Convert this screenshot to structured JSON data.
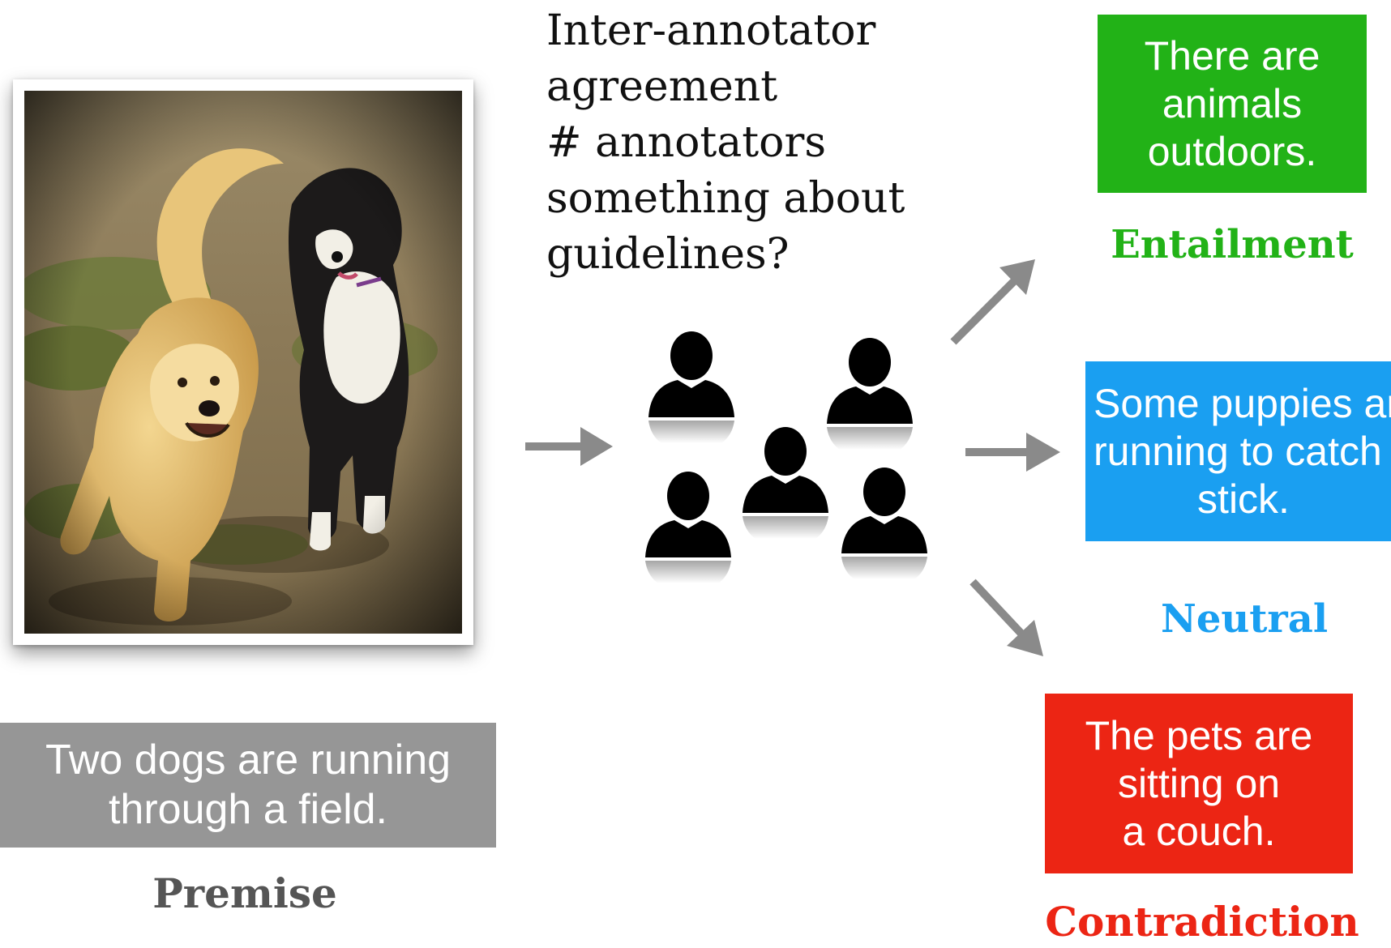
{
  "question_lines": [
    "Inter-annotator",
    "agreement",
    "# annotators",
    "something about",
    "guidelines?"
  ],
  "premise": {
    "text_lines": [
      "Two dogs are running",
      "through a field."
    ],
    "label": "Premise",
    "color": "#969696",
    "label_color": "#555555"
  },
  "hypotheses": {
    "entailment": {
      "text_lines": [
        "There are",
        "animals",
        "outdoors."
      ],
      "label": "Entailment",
      "color": "#22b217"
    },
    "neutral": {
      "text_lines": [
        "Some puppies are",
        "running to catch a",
        "stick."
      ],
      "label": "Neutral",
      "color": "#1a9ff1"
    },
    "contradiction": {
      "text_lines": [
        "The pets are",
        "sitting on",
        "a couch."
      ],
      "label": "Contradiction",
      "color": "#ec2514"
    }
  },
  "icons": {
    "photo": "dogs-photo",
    "annotators": "person-icon",
    "arrow": "arrow-icon"
  },
  "annotator_count": 5,
  "arrow_color": "#8a8a8a"
}
